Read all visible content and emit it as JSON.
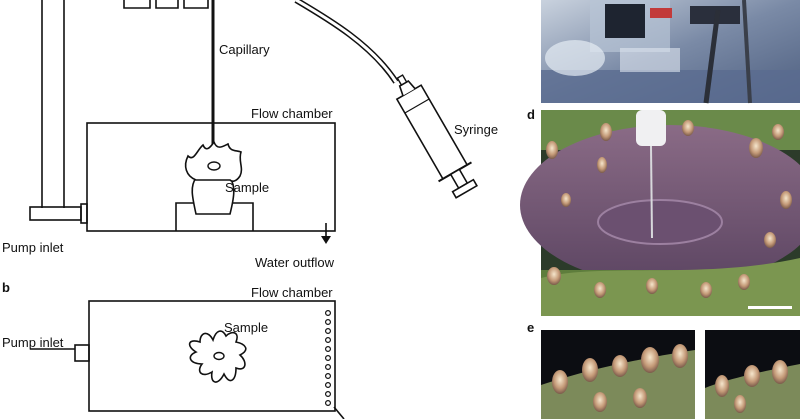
{
  "panel_a": {
    "capillary": "Capillary",
    "flow_chamber": "Flow chamber",
    "syringe": "Syringe",
    "sample": "Sample",
    "pump_inlet": "Pump inlet",
    "water_outflow": "Water outflow"
  },
  "panel_b": {
    "letter": "b",
    "flow_chamber": "Flow chamber",
    "sample": "Sample",
    "pump_inlet": "Pump inlet"
  },
  "panel_d": {
    "letter": "d"
  },
  "panel_e": {
    "letter": "e"
  }
}
